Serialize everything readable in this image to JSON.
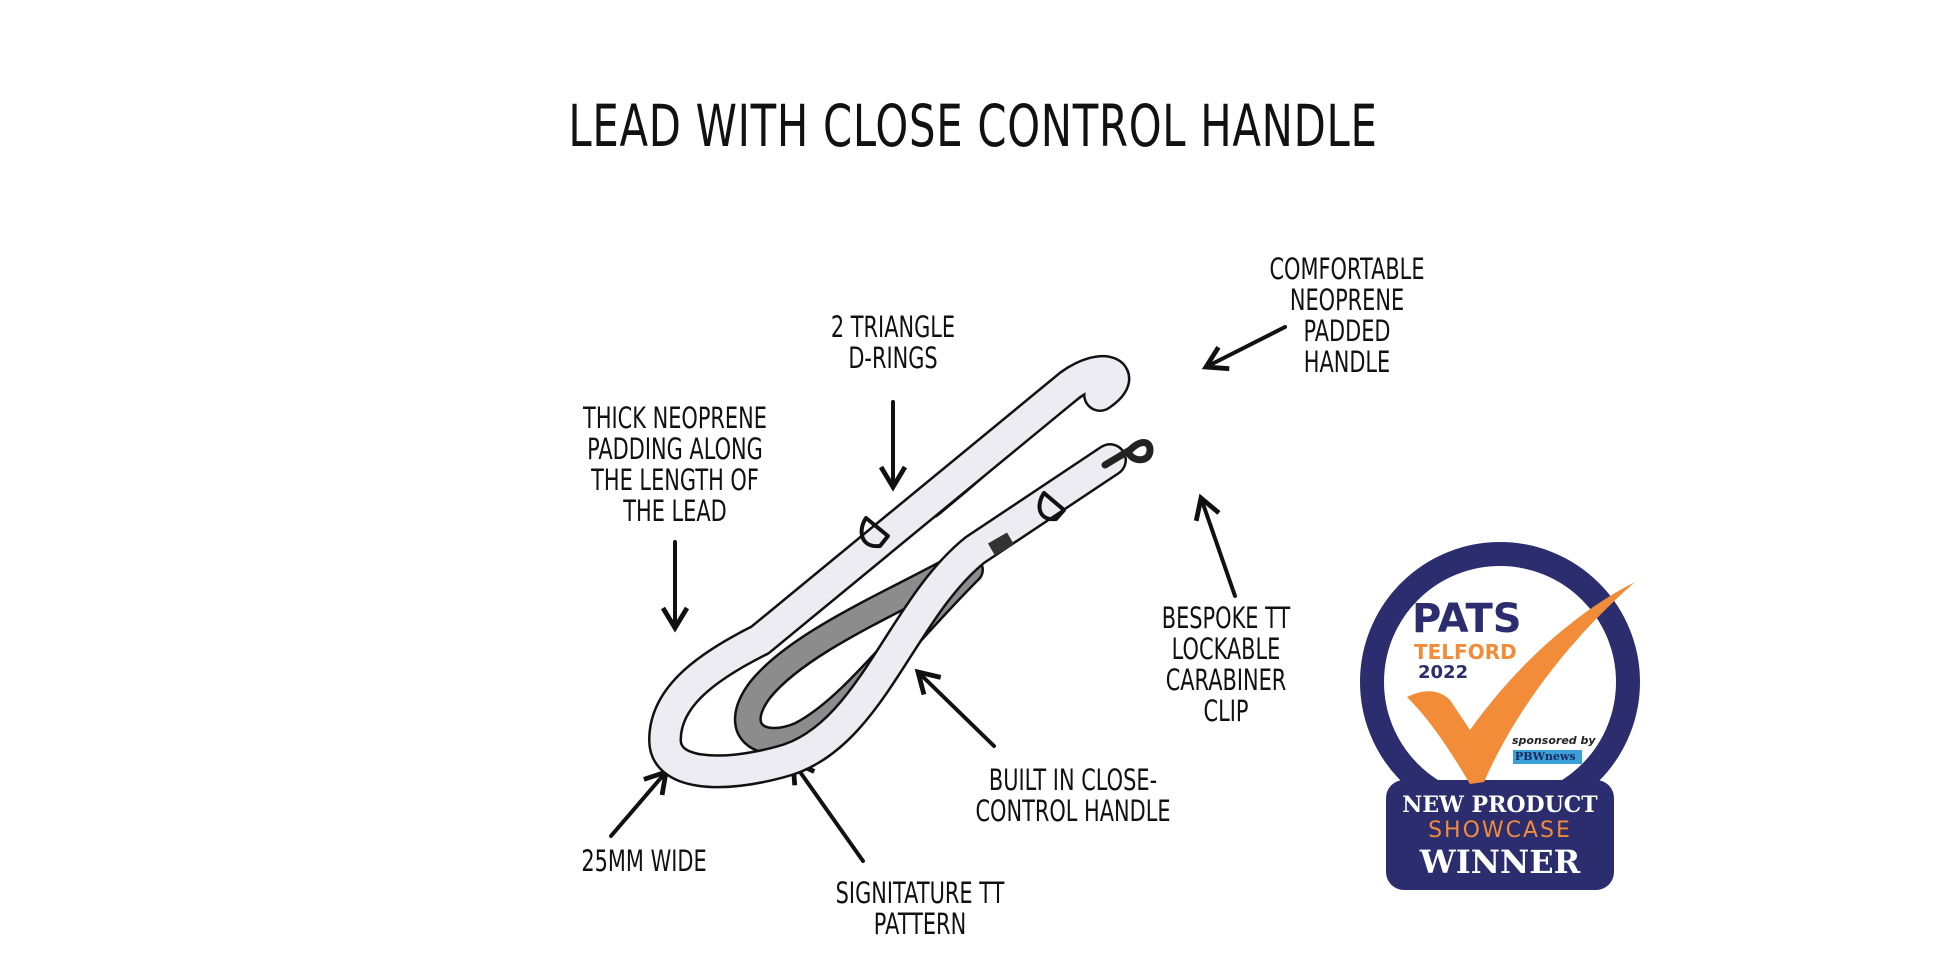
{
  "title": "LEAD WITH CLOSE CONTROL HANDLE",
  "labels": {
    "handle": [
      "COMFORTABLE",
      "NEOPRENE",
      "PADDED",
      "HANDLE"
    ],
    "d_rings": [
      "2 TRIANGLE",
      "D-RINGS"
    ],
    "padding": [
      "THICK NEOPRENE",
      "PADDING ALONG",
      "THE LENGTH OF",
      "THE LEAD"
    ],
    "clip": [
      "BESPOKE TT",
      "LOCKABLE",
      "CARABINER",
      "CLIP"
    ],
    "close_control": [
      "BUILT IN CLOSE-",
      "CONTROL HANDLE"
    ],
    "width": [
      "25MM WIDE"
    ],
    "pattern": [
      "SIGNITATURE TT",
      "PATTERN"
    ]
  },
  "badge": {
    "event": "PATS",
    "location": "TELFORD",
    "year": "2022",
    "sponsored_by": "sponsored by",
    "sponsor": "PBWnews",
    "line1": "NEW PRODUCT",
    "line2": "SHOWCASE",
    "line3": "WINNER",
    "colors": {
      "navy": "#2b2d6e",
      "orange": "#f28c38"
    }
  }
}
